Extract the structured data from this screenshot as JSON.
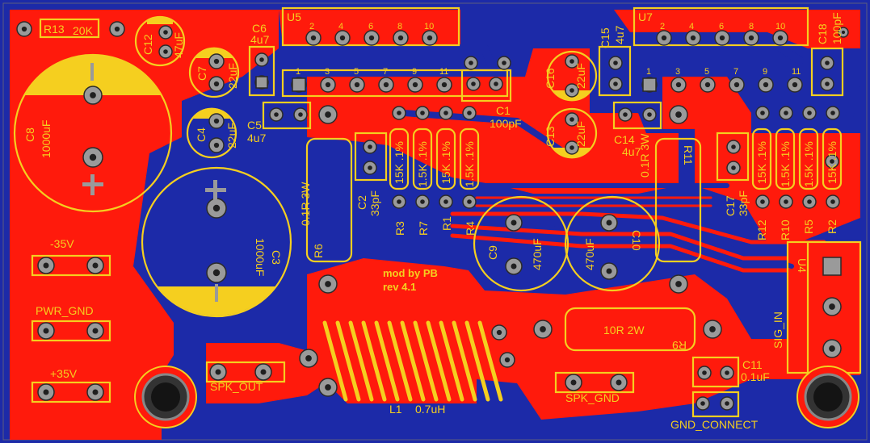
{
  "board": {
    "mod_text": "mod by PB",
    "rev_text": "rev 4.1"
  },
  "labels": {
    "r13": "R13",
    "r13_val": "20K",
    "c12": "C12",
    "c12_val": "47uF",
    "c8": "C8",
    "c8_val": "1000uF",
    "c7": "C7",
    "c7_val": "22uF",
    "c4": "C4",
    "c4_val": "22uF",
    "c6": "C6",
    "c6_val": "4u7",
    "c5": "C5",
    "c5_val": "4u7",
    "u5": "U5",
    "u7": "U7",
    "c1": "C1",
    "c1_val": "100pF",
    "c15": "C15",
    "c15_val": "4u7",
    "c16": "C16",
    "c16_val": "22uF",
    "c13": "C13",
    "c13_val": "22uF",
    "c14": "C14",
    "c14_val": "4u7",
    "c18": "C18",
    "c18_val": "100pF",
    "c3": "C3",
    "c3_val": "1000uF",
    "c2": "C2",
    "c2_val": "33pF",
    "c17": "C17",
    "c17_val": "33pF",
    "r6": "R6",
    "r6_val": "0.1R 3W",
    "r11": "R11",
    "r11_val": "0.1R 3W",
    "r3": "R3",
    "r7": "R7",
    "r1": "R1",
    "r4": "R4",
    "r12": "R12",
    "r10": "R10",
    "r5": "R5",
    "r2": "R2",
    "res_15k": "15K .1%",
    "res_1k5": "1.5K .1%",
    "c9": "C9",
    "c9_val": "470uF",
    "c10": "C10",
    "c10_val": "470uF",
    "u4": "U4",
    "sig_in": "SIG_IN",
    "r9": "R9",
    "r9_val": "10R 2W",
    "c11": "C11",
    "c11_val": "0.1uF",
    "l1": "L1",
    "l1_val": "0.7uH",
    "neg35": "-35V",
    "pwr_gnd": "PWR_GND",
    "pos35": "+35V",
    "spk_out": "SPK_OUT",
    "spk_gnd": "SPK_GND",
    "gnd_connect": "GND_CONNECT"
  },
  "pins": {
    "u5_top": [
      "2",
      "4",
      "6",
      "8",
      "10"
    ],
    "u5_bottom": [
      "1",
      "3",
      "5",
      "7",
      "9",
      "11"
    ],
    "u7_top": [
      "2",
      "4",
      "6",
      "8",
      "10"
    ],
    "u7_bottom": [
      "1",
      "3",
      "5",
      "7",
      "9",
      "11"
    ]
  },
  "colors": {
    "copper_top": "#ff1a0c",
    "copper_bottom": "#1c2aa8",
    "silkscreen": "#f5cf1f",
    "pad": "#9a9a9a"
  }
}
